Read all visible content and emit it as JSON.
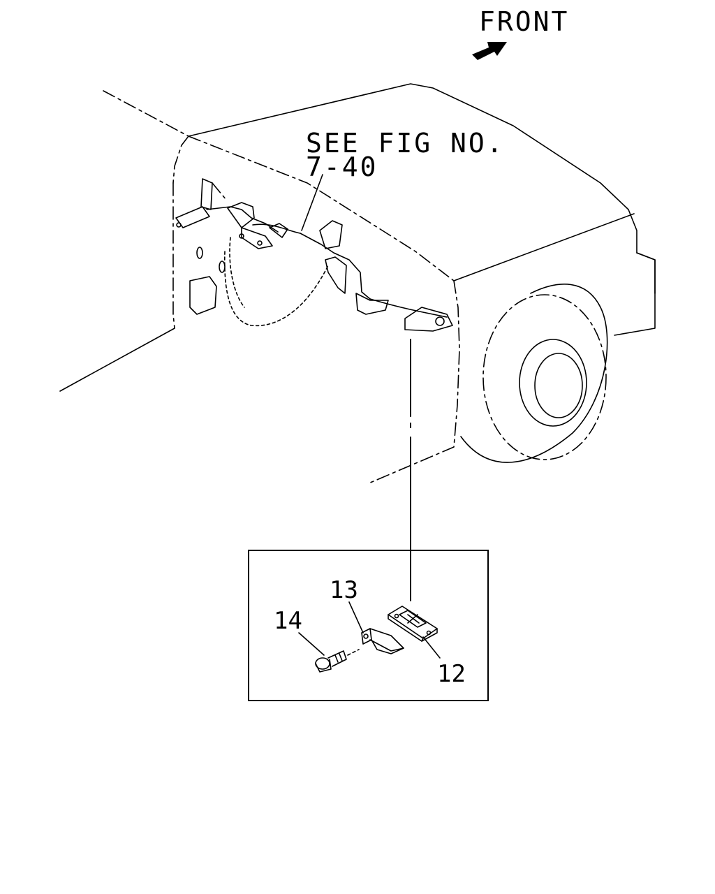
{
  "orientation": {
    "label": "FRONT",
    "icon": "arrow-icon"
  },
  "reference": {
    "line1": "SEE FIG NO.",
    "line2": "7-40"
  },
  "callouts": {
    "part_12": "12",
    "part_13": "13",
    "part_14": "14"
  },
  "colors": {
    "line": "#000000",
    "background": "#ffffff"
  }
}
